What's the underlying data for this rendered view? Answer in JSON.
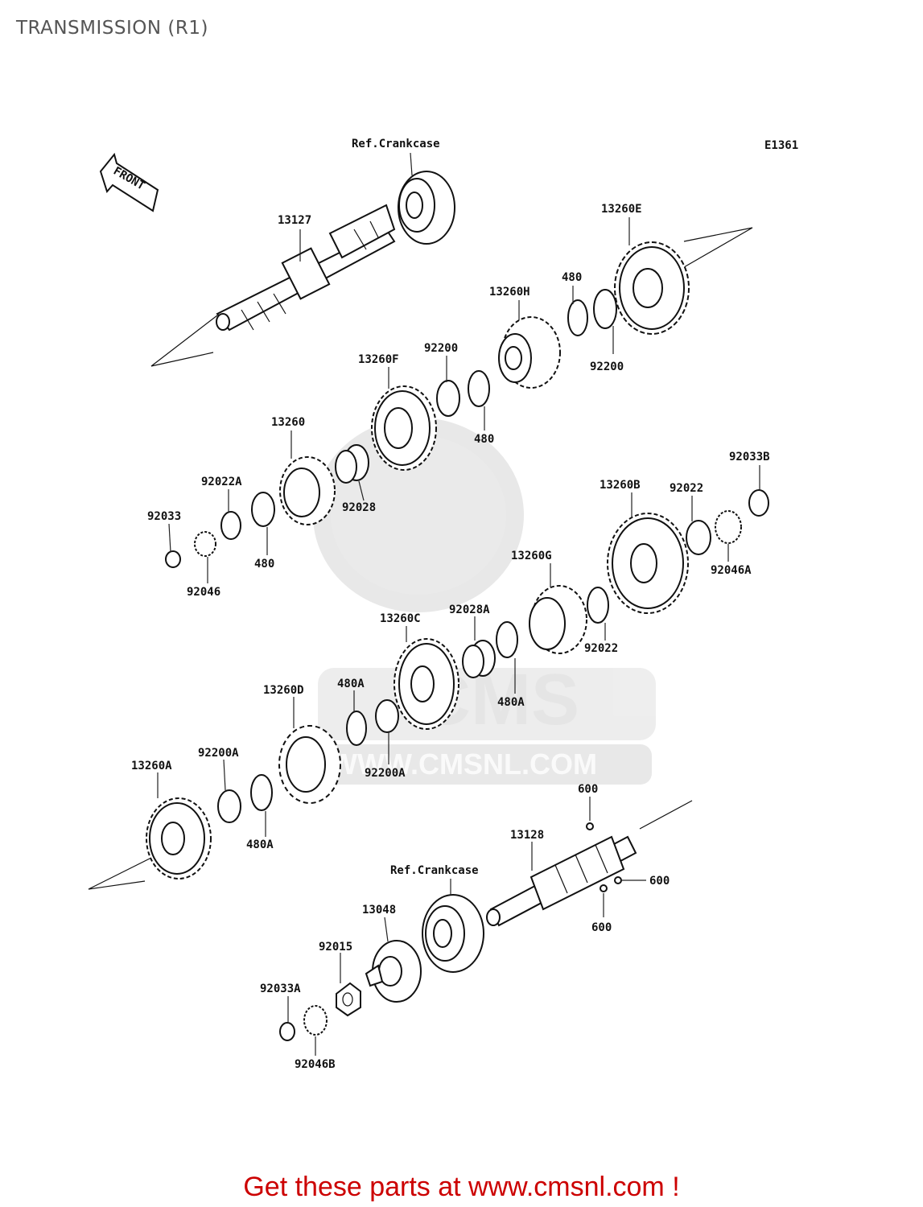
{
  "title": "TRANSMISSION (R1)",
  "diagram_code": "E1361",
  "front_label": "FRONT",
  "watermark": "WWW.CMSNL.COM",
  "watermark_logo": "CMS",
  "footer": "Get these parts at www.cmsnl.com !",
  "labels": {
    "ref_crankcase_top": "Ref.Crankcase",
    "ref_crankcase_bottom": "Ref.Crankcase",
    "p13127": "13127",
    "p13260E": "13260E",
    "p480_top": "480",
    "p13260H": "13260H",
    "p92200_right": "92200",
    "p92200_left": "92200",
    "p13260F": "13260F",
    "p480_mid": "480",
    "p13260": "13260",
    "p92028": "92028",
    "p92022A": "92022A",
    "p92033": "92033",
    "p480_low": "480",
    "p92046": "92046",
    "p92033B": "92033B",
    "p13260B": "13260B",
    "p92022_top": "92022",
    "p92046A": "92046A",
    "p13260G": "13260G",
    "p92028A": "92028A",
    "p92022_low": "92022",
    "p13260C": "13260C",
    "p480A_right": "480A",
    "p13260D": "13260D",
    "p480A_mid": "480A",
    "p92200A_mid": "92200A",
    "p92200A_left": "92200A",
    "p13260A": "13260A",
    "p480A_low": "480A",
    "p600_top": "600",
    "p600_right": "600",
    "p600_bottom": "600",
    "p13128": "13128",
    "p13048": "13048",
    "p92015": "92015",
    "p92033A": "92033A",
    "p92046B": "92046B"
  }
}
